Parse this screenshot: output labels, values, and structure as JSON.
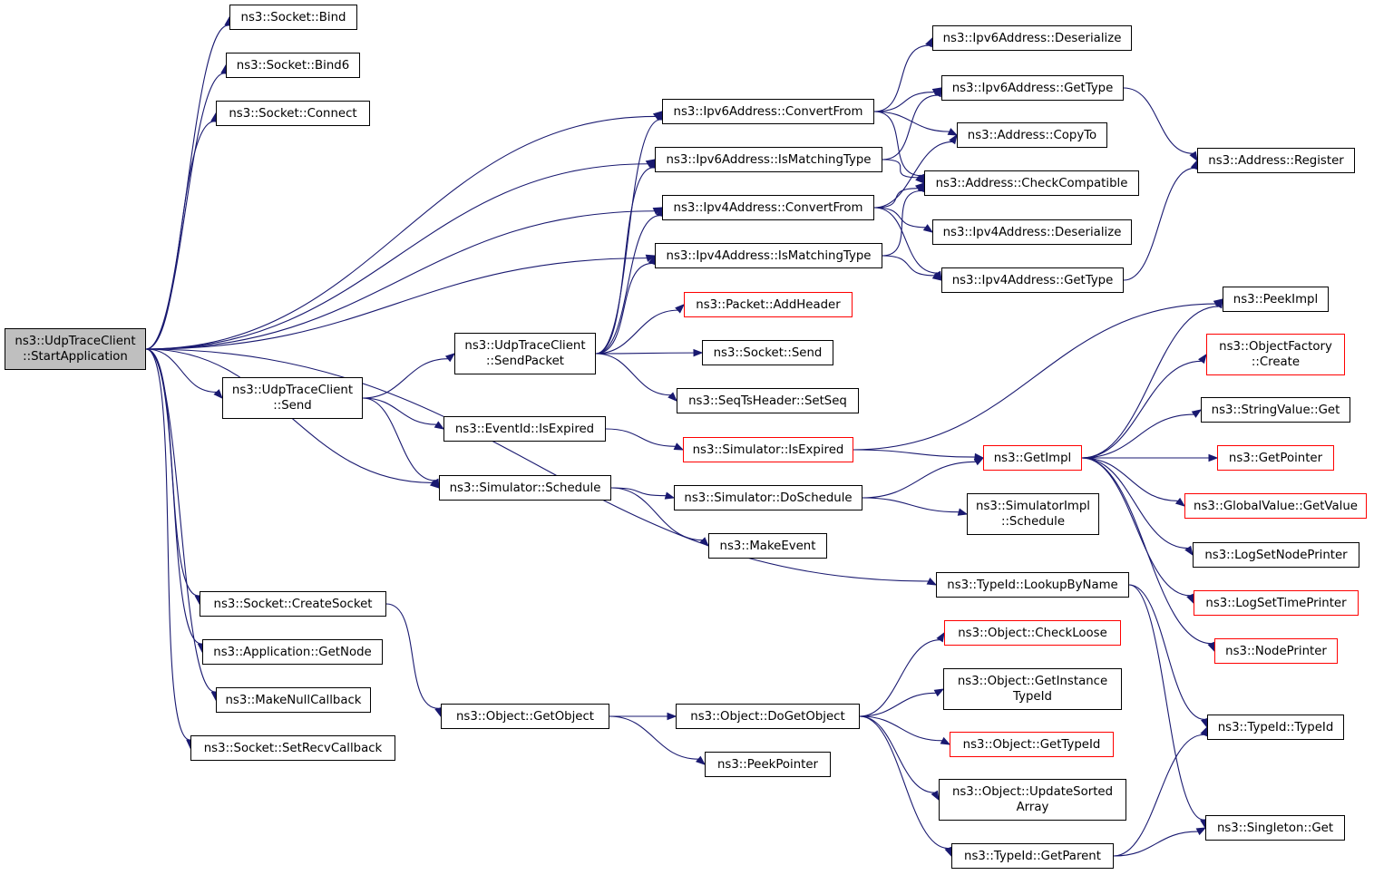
{
  "graph": {
    "nodes": [
      {
        "id": "n0",
        "lines": [
          "ns3::UdpTraceClient",
          "::StartApplication"
        ],
        "root": true
      },
      {
        "id": "n1",
        "lines": [
          "ns3::Socket::Bind"
        ]
      },
      {
        "id": "n2",
        "lines": [
          "ns3::Socket::Bind6"
        ]
      },
      {
        "id": "n3",
        "lines": [
          "ns3::Socket::Connect"
        ]
      },
      {
        "id": "n4",
        "lines": [
          "ns3::Socket::CreateSocket"
        ]
      },
      {
        "id": "n5",
        "lines": [
          "ns3::Application::GetNode"
        ]
      },
      {
        "id": "n6",
        "lines": [
          "ns3::MakeNullCallback"
        ]
      },
      {
        "id": "n7",
        "lines": [
          "ns3::Socket::SetRecvCallback"
        ]
      },
      {
        "id": "n8",
        "lines": [
          "ns3::UdpTraceClient",
          "::Send"
        ]
      },
      {
        "id": "n9",
        "lines": [
          "ns3::UdpTraceClient",
          "::SendPacket"
        ]
      },
      {
        "id": "n10",
        "lines": [
          "ns3::EventId::IsExpired"
        ]
      },
      {
        "id": "n11",
        "lines": [
          "ns3::Simulator::Schedule"
        ]
      },
      {
        "id": "n12",
        "lines": [
          "ns3::Object::GetObject"
        ]
      },
      {
        "id": "n13",
        "lines": [
          "ns3::Ipv6Address::ConvertFrom"
        ]
      },
      {
        "id": "n14",
        "lines": [
          "ns3::Ipv6Address::IsMatchingType"
        ]
      },
      {
        "id": "n15",
        "lines": [
          "ns3::Ipv4Address::ConvertFrom"
        ]
      },
      {
        "id": "n16",
        "lines": [
          "ns3::Ipv4Address::IsMatchingType"
        ]
      },
      {
        "id": "n17",
        "lines": [
          "ns3::Packet::AddHeader"
        ],
        "red": true
      },
      {
        "id": "n18",
        "lines": [
          "ns3::Socket::Send"
        ]
      },
      {
        "id": "n19",
        "lines": [
          "ns3::SeqTsHeader::SetSeq"
        ]
      },
      {
        "id": "n20",
        "lines": [
          "ns3::Simulator::IsExpired"
        ],
        "red": true
      },
      {
        "id": "n21",
        "lines": [
          "ns3::Simulator::DoSchedule"
        ]
      },
      {
        "id": "n22",
        "lines": [
          "ns3::MakeEvent"
        ]
      },
      {
        "id": "n23",
        "lines": [
          "ns3::TypeId::LookupByName"
        ]
      },
      {
        "id": "n24",
        "lines": [
          "ns3::Object::DoGetObject"
        ]
      },
      {
        "id": "n25",
        "lines": [
          "ns3::PeekPointer"
        ]
      },
      {
        "id": "n26",
        "lines": [
          "ns3::Ipv6Address::Deserialize"
        ]
      },
      {
        "id": "n27",
        "lines": [
          "ns3::Ipv6Address::GetType"
        ]
      },
      {
        "id": "n28",
        "lines": [
          "ns3::Address::CopyTo"
        ]
      },
      {
        "id": "n29",
        "lines": [
          "ns3::Address::CheckCompatible"
        ]
      },
      {
        "id": "n30",
        "lines": [
          "ns3::Ipv4Address::Deserialize"
        ]
      },
      {
        "id": "n31",
        "lines": [
          "ns3::Ipv4Address::GetType"
        ]
      },
      {
        "id": "n32",
        "lines": [
          "ns3::GetImpl"
        ],
        "red": true
      },
      {
        "id": "n33",
        "lines": [
          "ns3::SimulatorImpl",
          "::Schedule"
        ]
      },
      {
        "id": "n34",
        "lines": [
          "ns3::Object::CheckLoose"
        ],
        "red": true
      },
      {
        "id": "n35",
        "lines": [
          "ns3::Object::GetInstance",
          "TypeId"
        ]
      },
      {
        "id": "n36",
        "lines": [
          "ns3::Object::GetTypeId"
        ],
        "red": true
      },
      {
        "id": "n37",
        "lines": [
          "ns3::Object::UpdateSorted",
          "Array"
        ]
      },
      {
        "id": "n38",
        "lines": [
          "ns3::TypeId::GetParent"
        ]
      },
      {
        "id": "n39",
        "lines": [
          "ns3::Address::Register"
        ]
      },
      {
        "id": "n40",
        "lines": [
          "ns3::PeekImpl"
        ]
      },
      {
        "id": "n41",
        "lines": [
          "ns3::ObjectFactory",
          "::Create"
        ],
        "red": true
      },
      {
        "id": "n42",
        "lines": [
          "ns3::StringValue::Get"
        ]
      },
      {
        "id": "n43",
        "lines": [
          "ns3::GetPointer"
        ],
        "red": true
      },
      {
        "id": "n44",
        "lines": [
          "ns3::GlobalValue::GetValue"
        ],
        "red": true
      },
      {
        "id": "n45",
        "lines": [
          "ns3::LogSetNodePrinter"
        ]
      },
      {
        "id": "n46",
        "lines": [
          "ns3::LogSetTimePrinter"
        ],
        "red": true
      },
      {
        "id": "n47",
        "lines": [
          "ns3::NodePrinter"
        ],
        "red": true
      },
      {
        "id": "n48",
        "lines": [
          "ns3::TypeId::TypeId"
        ]
      },
      {
        "id": "n49",
        "lines": [
          "ns3::Singleton::Get"
        ]
      }
    ],
    "edges": [
      [
        "n0",
        "n1"
      ],
      [
        "n0",
        "n2"
      ],
      [
        "n0",
        "n3"
      ],
      [
        "n0",
        "n13"
      ],
      [
        "n0",
        "n14"
      ],
      [
        "n0",
        "n15"
      ],
      [
        "n0",
        "n16"
      ],
      [
        "n0",
        "n8"
      ],
      [
        "n0",
        "n11"
      ],
      [
        "n0",
        "n23"
      ],
      [
        "n0",
        "n4"
      ],
      [
        "n0",
        "n5"
      ],
      [
        "n0",
        "n6"
      ],
      [
        "n0",
        "n7"
      ],
      [
        "n8",
        "n9"
      ],
      [
        "n8",
        "n10"
      ],
      [
        "n8",
        "n11"
      ],
      [
        "n9",
        "n13"
      ],
      [
        "n9",
        "n14"
      ],
      [
        "n9",
        "n15"
      ],
      [
        "n9",
        "n16"
      ],
      [
        "n9",
        "n17"
      ],
      [
        "n9",
        "n18"
      ],
      [
        "n9",
        "n19"
      ],
      [
        "n10",
        "n20"
      ],
      [
        "n11",
        "n21"
      ],
      [
        "n11",
        "n22"
      ],
      [
        "n4",
        "n12"
      ],
      [
        "n12",
        "n24"
      ],
      [
        "n12",
        "n25"
      ],
      [
        "n13",
        "n26"
      ],
      [
        "n13",
        "n27"
      ],
      [
        "n13",
        "n28"
      ],
      [
        "n13",
        "n29"
      ],
      [
        "n14",
        "n27"
      ],
      [
        "n14",
        "n29"
      ],
      [
        "n15",
        "n28"
      ],
      [
        "n15",
        "n29"
      ],
      [
        "n15",
        "n30"
      ],
      [
        "n15",
        "n31"
      ],
      [
        "n16",
        "n29"
      ],
      [
        "n16",
        "n31"
      ],
      [
        "n20",
        "n32"
      ],
      [
        "n20",
        "n40"
      ],
      [
        "n21",
        "n32"
      ],
      [
        "n21",
        "n33"
      ],
      [
        "n23",
        "n48"
      ],
      [
        "n23",
        "n49"
      ],
      [
        "n24",
        "n34"
      ],
      [
        "n24",
        "n35"
      ],
      [
        "n24",
        "n36"
      ],
      [
        "n24",
        "n37"
      ],
      [
        "n24",
        "n38"
      ],
      [
        "n27",
        "n39"
      ],
      [
        "n31",
        "n39"
      ],
      [
        "n32",
        "n40"
      ],
      [
        "n32",
        "n41"
      ],
      [
        "n32",
        "n42"
      ],
      [
        "n32",
        "n43"
      ],
      [
        "n32",
        "n44"
      ],
      [
        "n32",
        "n45"
      ],
      [
        "n32",
        "n46"
      ],
      [
        "n32",
        "n47"
      ],
      [
        "n38",
        "n48"
      ],
      [
        "n38",
        "n49"
      ]
    ]
  }
}
